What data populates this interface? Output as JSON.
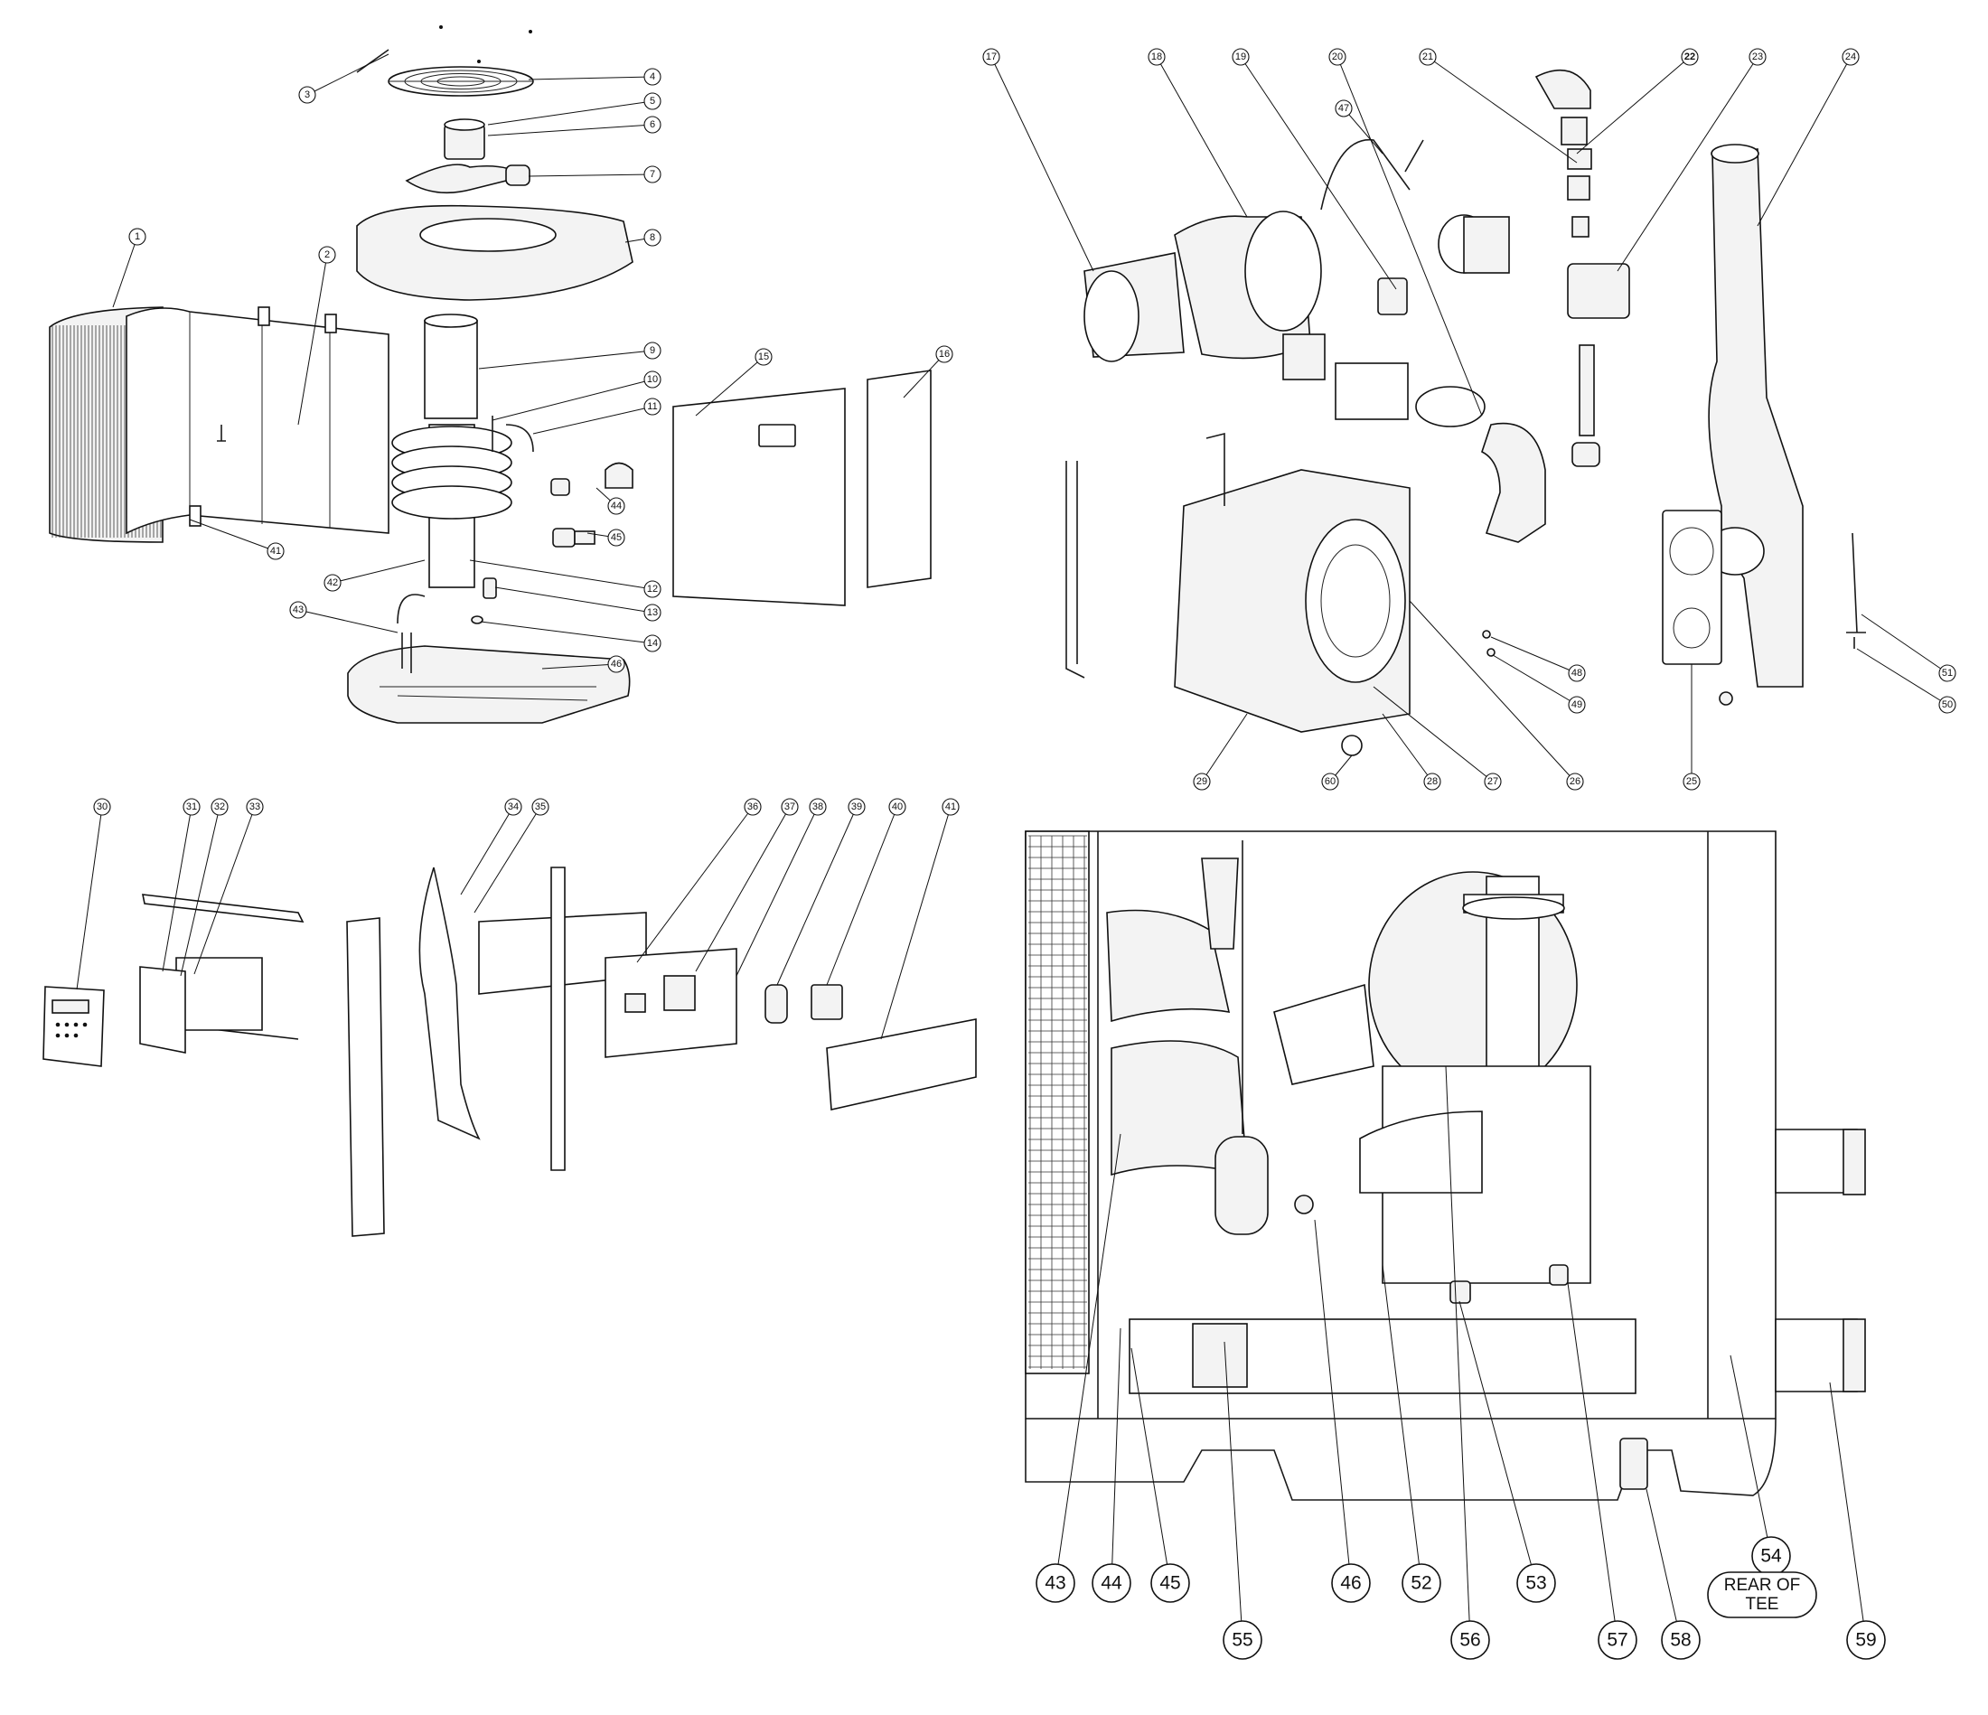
{
  "diagram": {
    "top_left_callouts": [
      "1",
      "2",
      "3",
      "4",
      "5",
      "6",
      "7",
      "8",
      "9",
      "10",
      "11",
      "12",
      "13",
      "14",
      "15",
      "16",
      "41",
      "42",
      "43",
      "44",
      "45",
      "46"
    ],
    "top_right_callouts": [
      "17",
      "18",
      "19",
      "20",
      "21",
      "22",
      "23",
      "24",
      "25",
      "26",
      "27",
      "28",
      "29",
      "47",
      "48",
      "49",
      "50",
      "51",
      "60"
    ],
    "bottom_left_callouts": [
      "30",
      "31",
      "32",
      "33",
      "34",
      "35",
      "36",
      "37",
      "38",
      "39",
      "40",
      "41"
    ],
    "bottom_right_callouts": [
      "43",
      "44",
      "45",
      "46",
      "52",
      "53",
      "54",
      "55",
      "56",
      "57",
      "58",
      "59"
    ],
    "rear_label_line1": "REAR OF",
    "rear_label_line2": "TEE",
    "emphasized_callout": "22"
  }
}
